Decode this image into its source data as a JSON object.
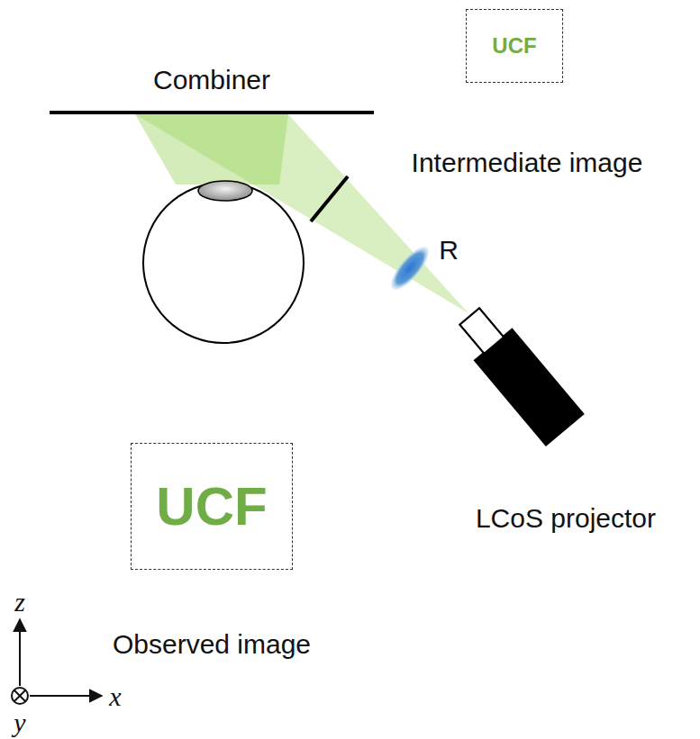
{
  "diagram": {
    "nodes": [
      {
        "text": [
          "UCF"
        ]
      },
      {
        "text": [
          "UCF"
        ]
      }
    ],
    "labels": [
      "Combiner",
      "Intermediate image",
      "R",
      "LCoS projector",
      "Observed image",
      "z",
      "x",
      "y"
    ]
  }
}
